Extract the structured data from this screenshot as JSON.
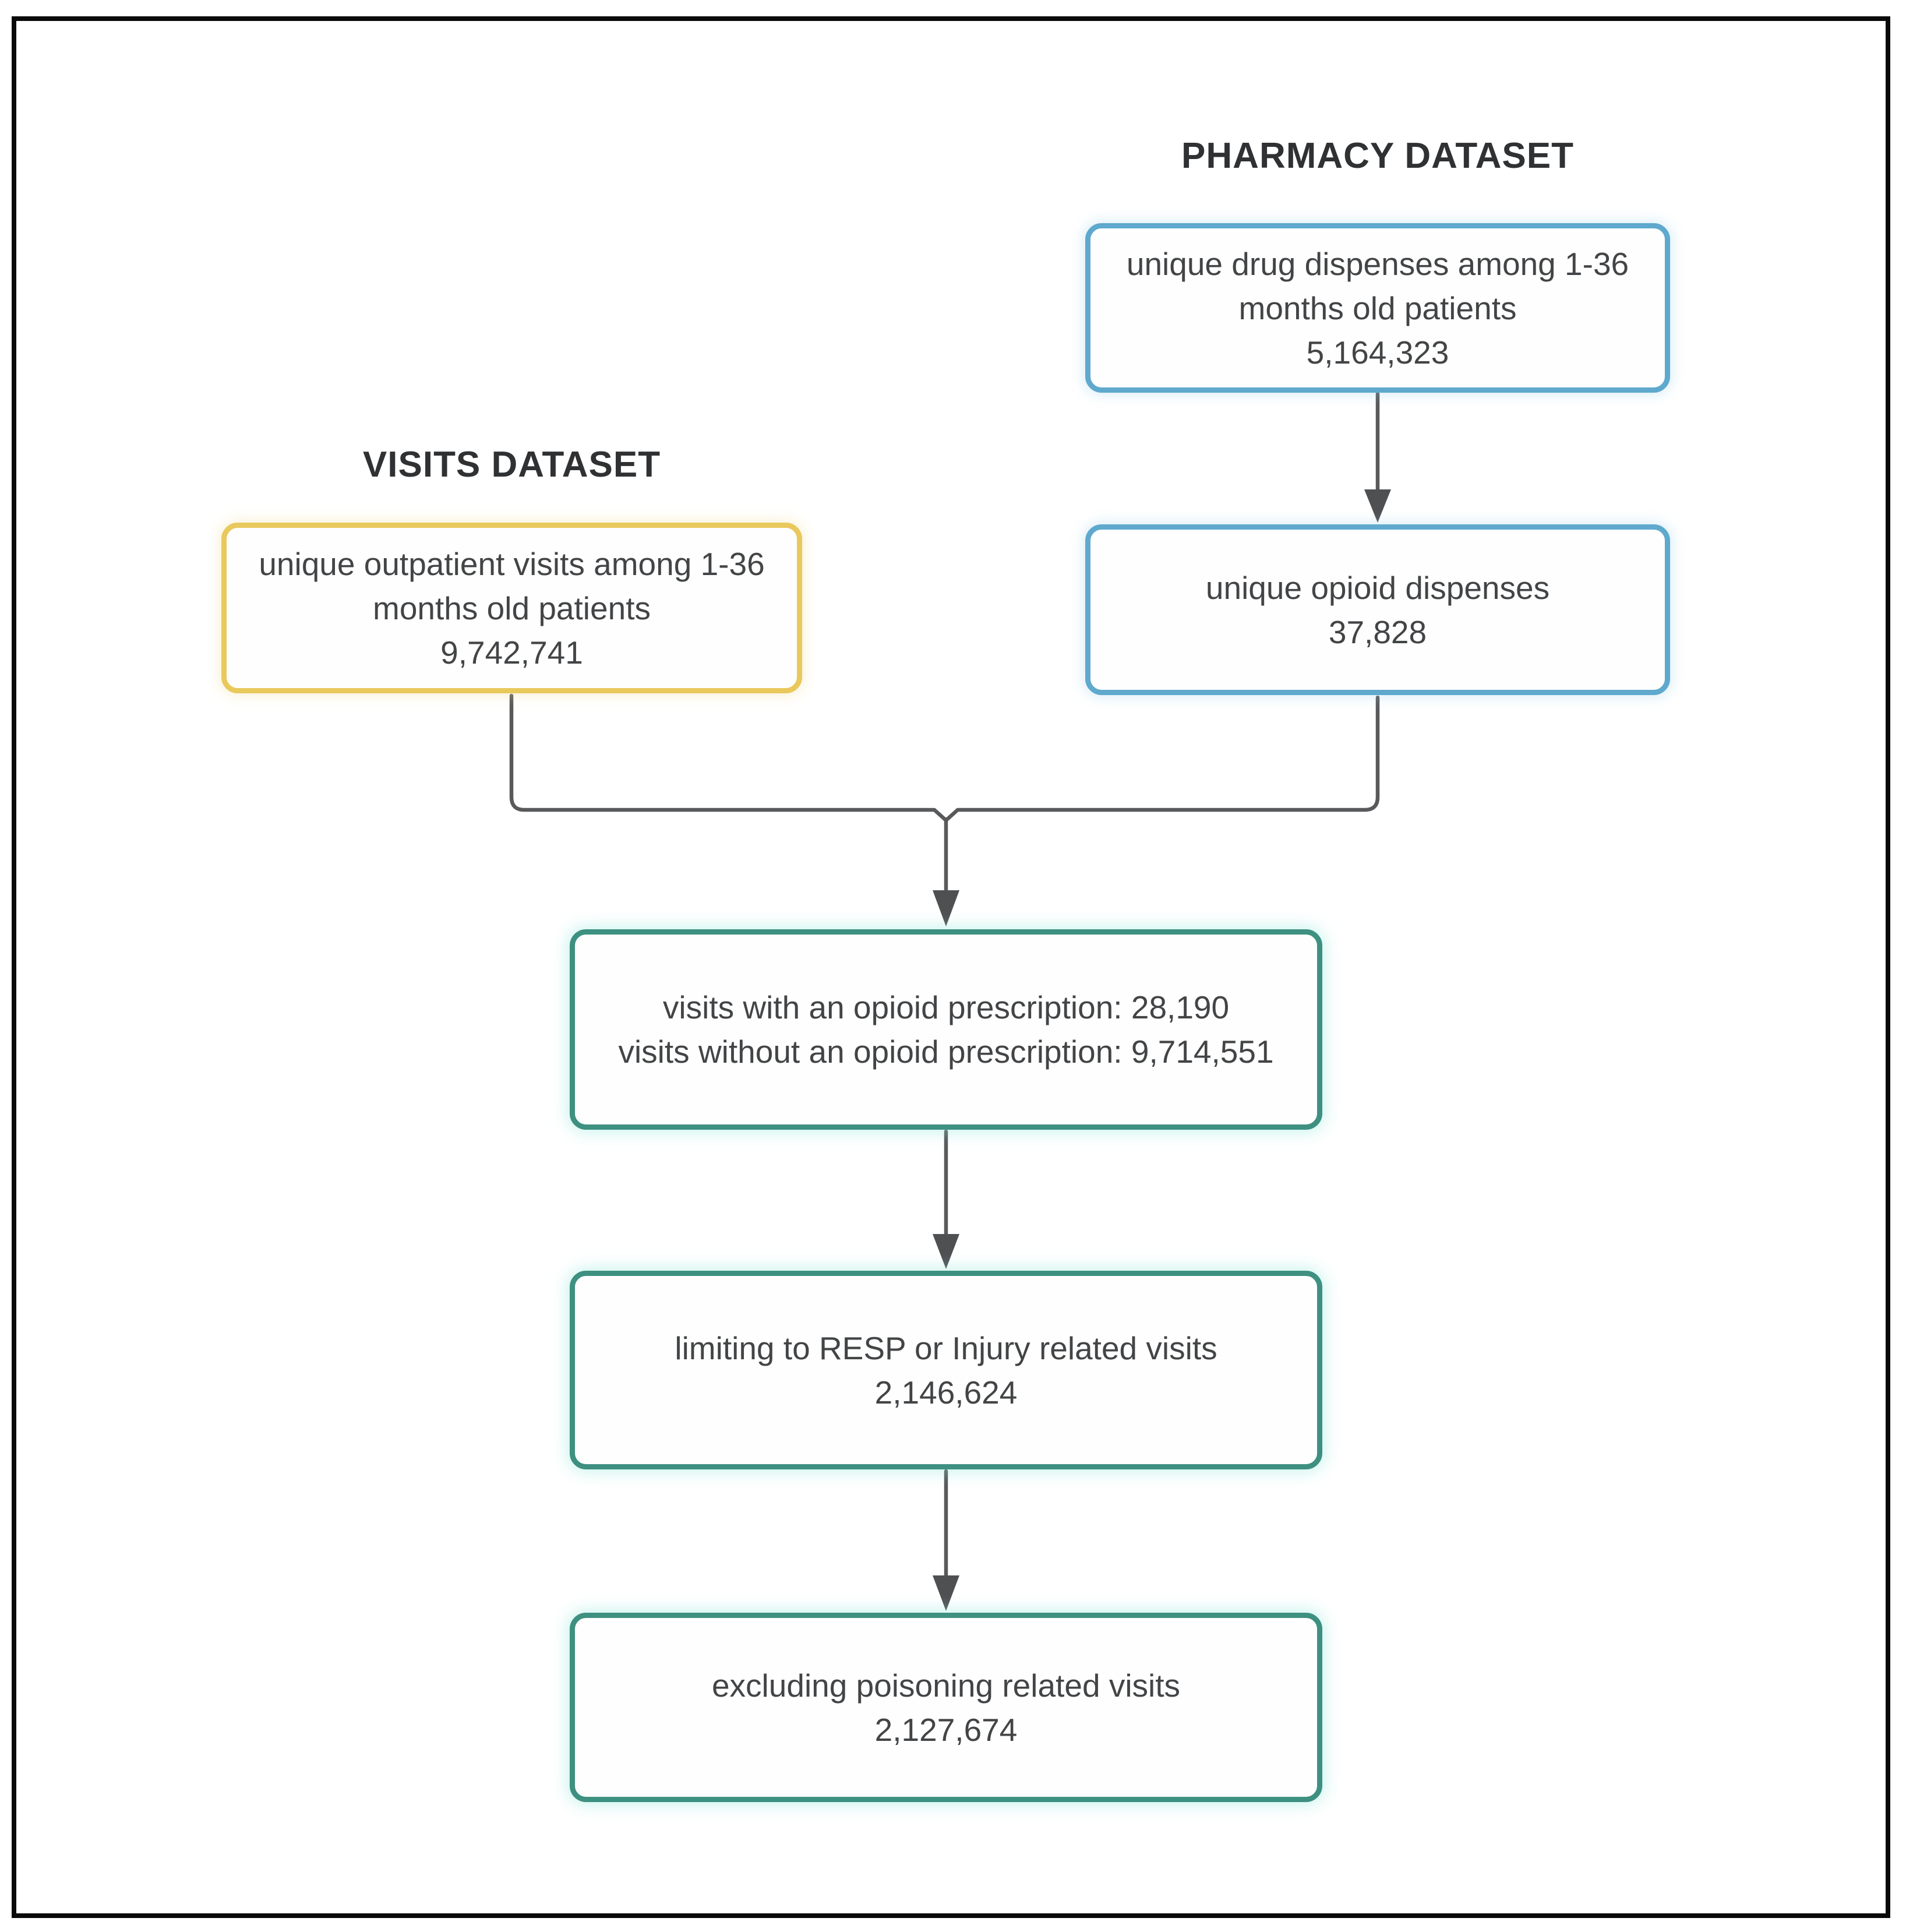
{
  "colors": {
    "frame": "#0a0a0a",
    "blue_border": "#5ea9cd",
    "yellow_border": "#e9c85c",
    "teal_border": "#3e9081",
    "connector": "#58595b",
    "text": "#424446",
    "title_text": "#2f3133",
    "background": "#ffffff"
  },
  "titles": {
    "pharmacy": "PHARMACY DATASET",
    "visits": "VISITS DATASET"
  },
  "nodes": {
    "drug_dispenses": {
      "lines": [
        "unique drug dispenses among 1-36",
        "months old patients"
      ],
      "value": "5,164,323"
    },
    "opioid_dispenses": {
      "lines": [
        "unique opioid dispenses"
      ],
      "value": "37,828"
    },
    "outpatient_visits": {
      "lines": [
        "unique outpatient visits among 1-36",
        "months old patients"
      ],
      "value": "9,742,741"
    },
    "opioid_split": {
      "lines": [
        "visits with an opioid prescription: 28,190",
        "visits without an opioid prescription: 9,714,551"
      ]
    },
    "resp_injury": {
      "lines": [
        "limiting to RESP or Injury related visits"
      ],
      "value": "2,146,624"
    },
    "excl_poisoning": {
      "lines": [
        "excluding poisoning related visits"
      ],
      "value": "2,127,674"
    }
  },
  "flow": {
    "edges": [
      {
        "from": "drug_dispenses",
        "to": "opioid_dispenses"
      },
      {
        "from": "opioid_dispenses",
        "to": "opioid_split"
      },
      {
        "from": "outpatient_visits",
        "to": "opioid_split"
      },
      {
        "from": "opioid_split",
        "to": "resp_injury"
      },
      {
        "from": "resp_injury",
        "to": "excl_poisoning"
      }
    ]
  }
}
